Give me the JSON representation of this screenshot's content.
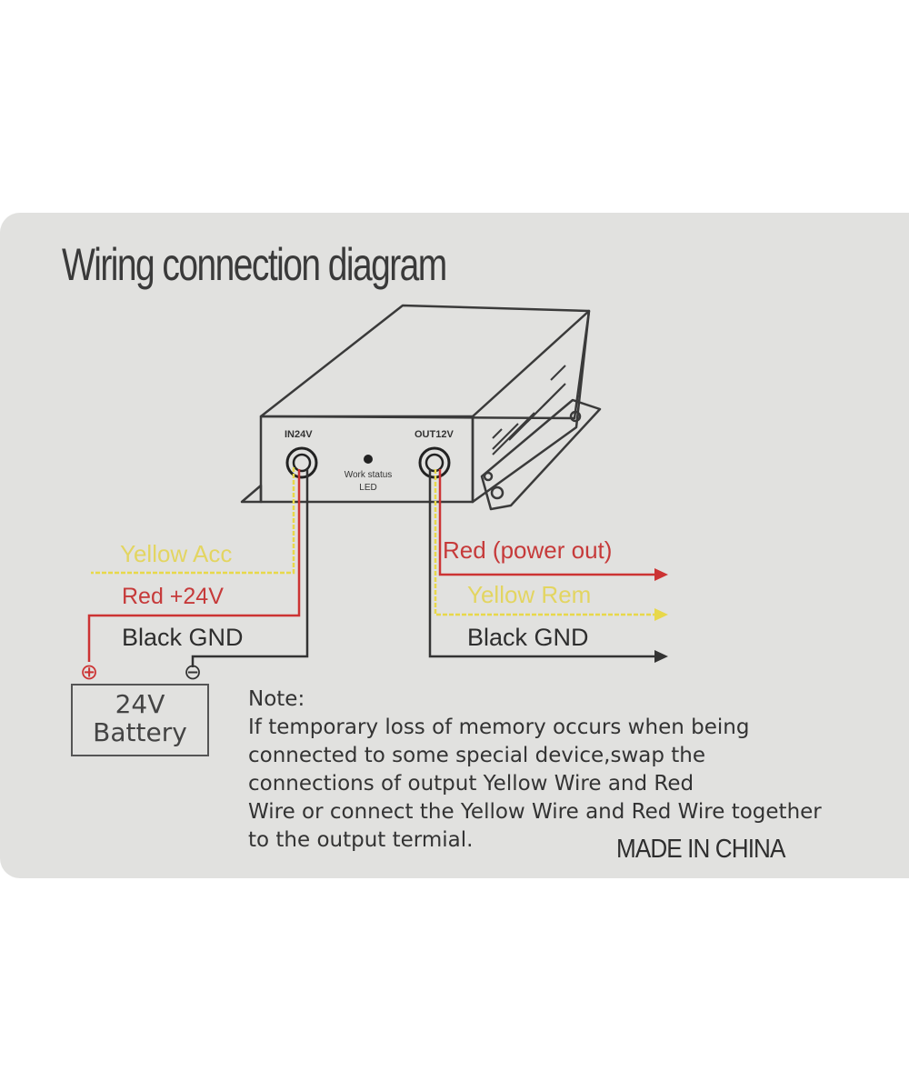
{
  "title": "Wiring connection diagram",
  "device": {
    "input_port": "IN24V",
    "output_port": "OUT12V",
    "led_label_line1": "Work status",
    "led_label_line2": "LED"
  },
  "input_wires": {
    "yellow": "Yellow Acc",
    "red": "Red +24V",
    "black": "Black GND"
  },
  "output_wires": {
    "red": "Red (power out)",
    "yellow": "Yellow Rem",
    "black": "Black GND"
  },
  "battery": {
    "voltage": "24V",
    "label": "Battery",
    "positive_symbol": "⊕",
    "negative_symbol": "⊖"
  },
  "note": {
    "heading": "Note:",
    "lines": [
      "If temporary loss of memory occurs when being",
      "connected to some special device,swap the",
      "connections of output Yellow Wire and Red",
      "Wire or connect the Yellow Wire and Red Wire together",
      "to the output termial."
    ]
  },
  "made_in": "MADE IN CHINA",
  "colors": {
    "card": "#e1e1df",
    "line": "#3a3a3a",
    "red_wire": "#cc3333",
    "yellow_wire": "#e8d84a"
  }
}
